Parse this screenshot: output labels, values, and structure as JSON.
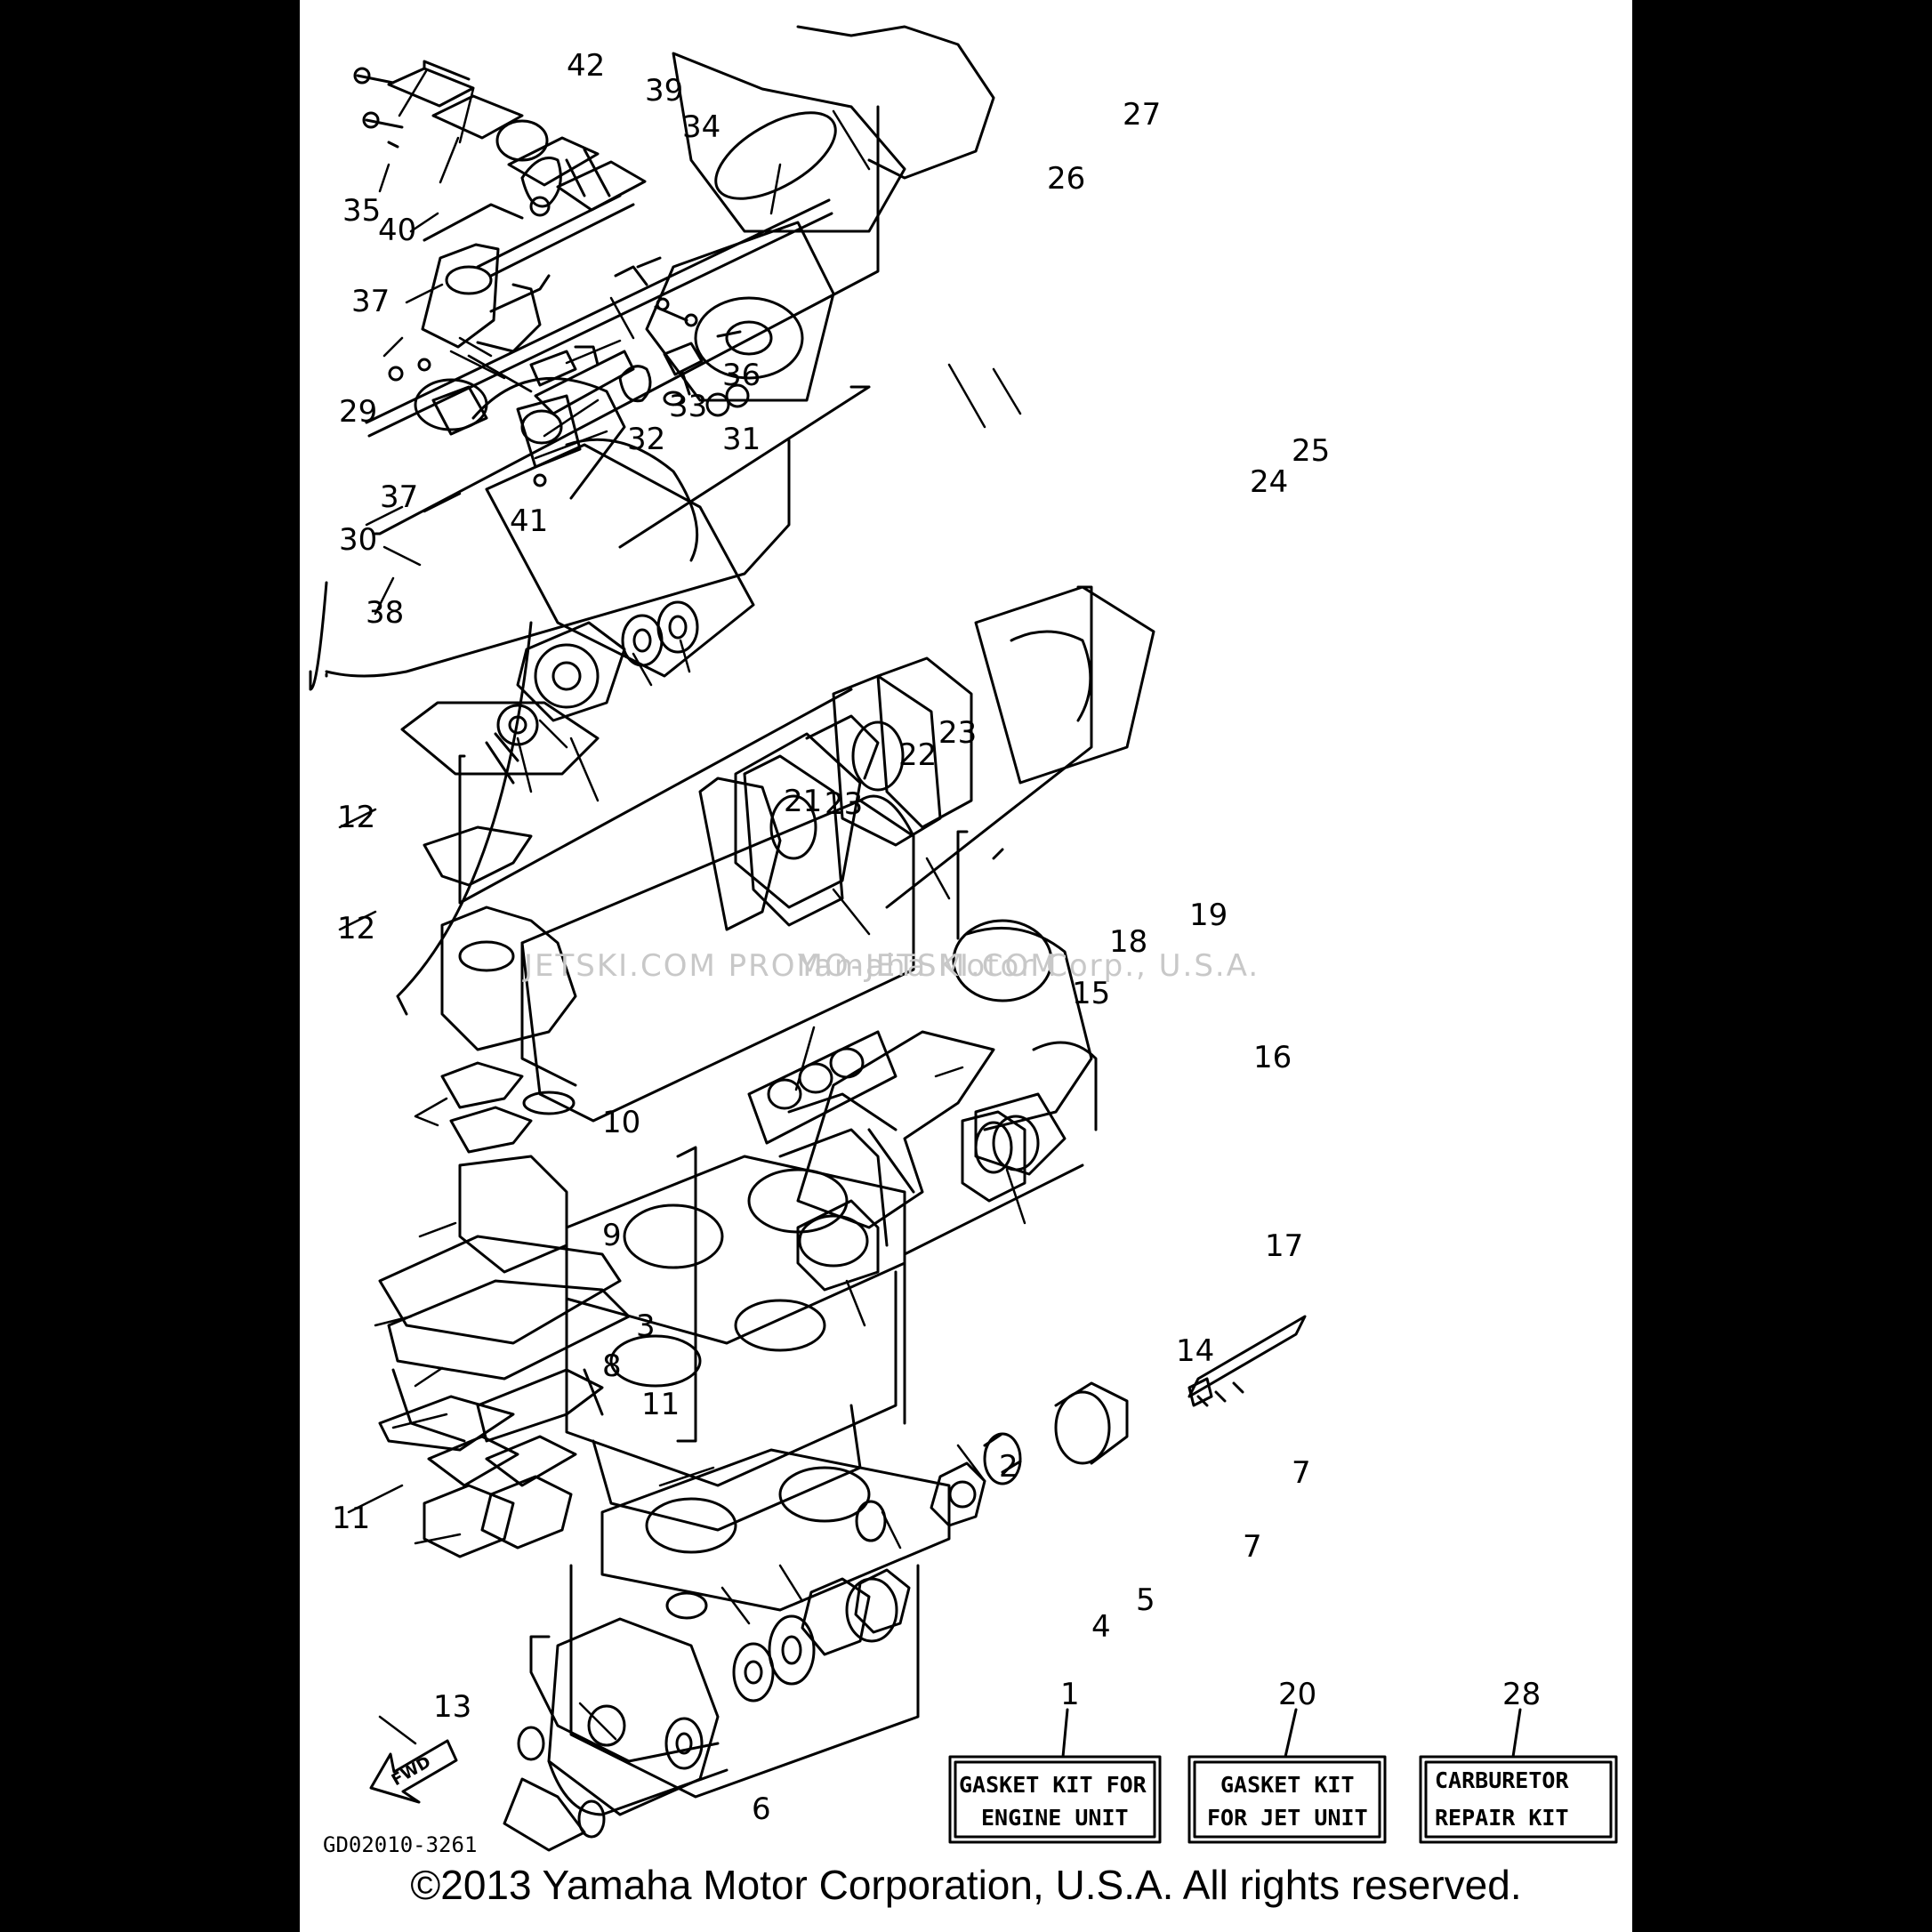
{
  "watermark": "JETSKI.COM    PROMO-JETSKI.COM",
  "watermark_center": "Yamaha Motor Corp., U.S.A.",
  "figure_code": "GD02010-3261",
  "fwd_label": "FWD",
  "copyright": "©2013 Yamaha Motor Corporation, U.S.A. All rights reserved.",
  "kits": [
    {
      "number": "1",
      "line1": "GASKET KIT FOR",
      "line2": "ENGINE UNIT"
    },
    {
      "number": "20",
      "line1": "GASKET KIT",
      "line2": "FOR JET UNIT"
    },
    {
      "number": "28",
      "line1": "CARBURETOR",
      "line2": "REPAIR KIT"
    }
  ],
  "callouts": {
    "c42": "42",
    "c39": "39",
    "c34": "34",
    "c35": "35",
    "c40": "40",
    "c37a": "37",
    "c36": "36",
    "c33": "33",
    "c29": "29",
    "c32": "32",
    "c31": "31",
    "c37b": "37",
    "c30": "30",
    "c41": "41",
    "c38": "38",
    "c27": "27",
    "c26": "26",
    "c24": "24",
    "c25": "25",
    "c22": "22",
    "c23a": "23",
    "c23b": "23",
    "c21": "21",
    "c19": "19",
    "c18": "18",
    "c15": "15",
    "c16": "16",
    "c17": "17",
    "c14": "14",
    "c12a": "12",
    "c12b": "12",
    "c10": "10",
    "c9": "9",
    "c3": "3",
    "c8": "8",
    "c11a": "11",
    "c11b": "11",
    "c2": "2",
    "c7a": "7",
    "c7b": "7",
    "c5": "5",
    "c4": "4",
    "c13": "13",
    "c6": "6"
  }
}
